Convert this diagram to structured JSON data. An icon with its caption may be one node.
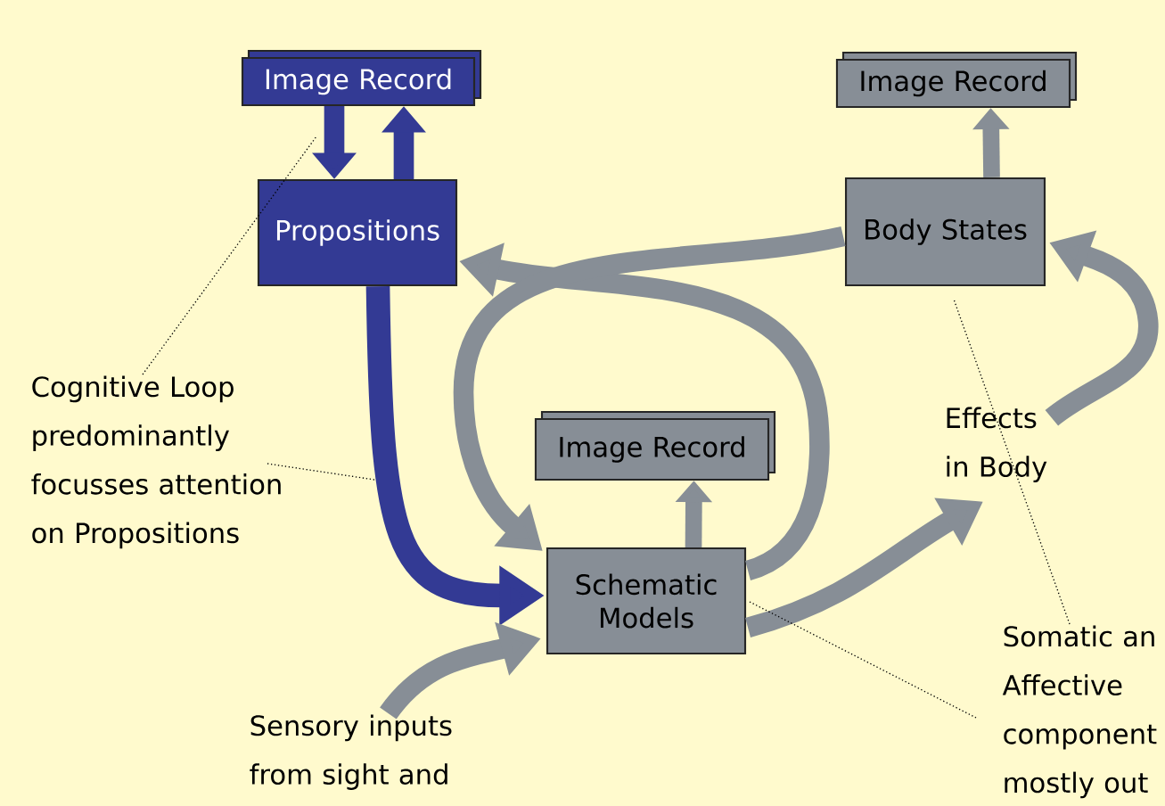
{
  "diagram": {
    "nodes": [
      {
        "text": [
          "Image Record"
        ]
      },
      {
        "text": [
          "Propositions"
        ]
      },
      {
        "text": [
          "Image Record"
        ]
      },
      {
        "text": [
          "Body States"
        ]
      },
      {
        "text": [
          "Image Record"
        ]
      },
      {
        "text": [
          "Schematic Models"
        ]
      },
      {
        "text": [
          "Effects in Body"
        ]
      },
      {
        "text": [
          "Cognitive Loop predominantly focusses attention on Propositions"
        ]
      },
      {
        "text": [
          "Sensory inputs from sight and"
        ]
      },
      {
        "text": [
          "Somatic an Affective component mostly out"
        ]
      }
    ],
    "edges": [
      {
        "from": 0,
        "to": 1,
        "arrow": "to",
        "color": "#333a94"
      },
      {
        "from": 1,
        "to": 0,
        "arrow": "to",
        "color": "#333a94"
      },
      {
        "from": 3,
        "to": 2,
        "arrow": "to"
      },
      {
        "from": 5,
        "to": 4,
        "arrow": "to"
      },
      {
        "from": 1,
        "to": 5,
        "arrow": "to",
        "color": "#333a94"
      },
      {
        "from": 5,
        "to": 1,
        "arrow": "to"
      },
      {
        "from": 3,
        "to": 5,
        "arrow": "to"
      },
      {
        "from": 5,
        "to": 6,
        "arrow": "to"
      },
      {
        "from": 6,
        "to": 3,
        "arrow": "to"
      },
      {
        "from": 8,
        "to": 5,
        "arrow": "to"
      },
      {
        "from": 7,
        "to": null,
        "arrow": "none",
        "style": "dashed",
        "color": "#000000"
      },
      {
        "from": 7,
        "to": null,
        "arrow": "none",
        "style": "dashed",
        "color": "#000000"
      },
      {
        "from": 9,
        "to": 3,
        "arrow": "none",
        "style": "dashed",
        "color": "#000000"
      },
      {
        "from": 9,
        "to": 5,
        "arrow": "none",
        "style": "dashed",
        "color": "#000000"
      }
    ]
  }
}
